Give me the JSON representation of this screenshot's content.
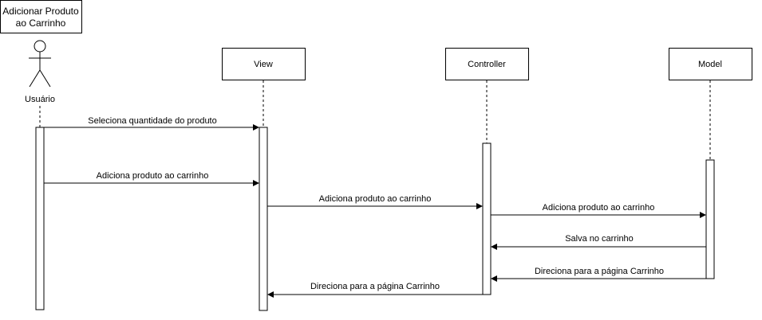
{
  "frame": {
    "title_line1": "Adicionar Produto",
    "title_line2": "ao Carrinho"
  },
  "actor": {
    "label": "Usuário"
  },
  "participants": [
    {
      "label": "View"
    },
    {
      "label": "Controller"
    },
    {
      "label": "Model"
    }
  ],
  "messages": [
    {
      "label": "Seleciona quantidade do produto"
    },
    {
      "label": "Adiciona produto ao carrinho"
    },
    {
      "label": "Adiciona produto ao carrinho"
    },
    {
      "label": "Adiciona produto ao carrinho"
    },
    {
      "label": "Salva no carrinho"
    },
    {
      "label": "Direciona para a página Carrinho"
    },
    {
      "label": "Direciona para a página Carrinho"
    }
  ]
}
